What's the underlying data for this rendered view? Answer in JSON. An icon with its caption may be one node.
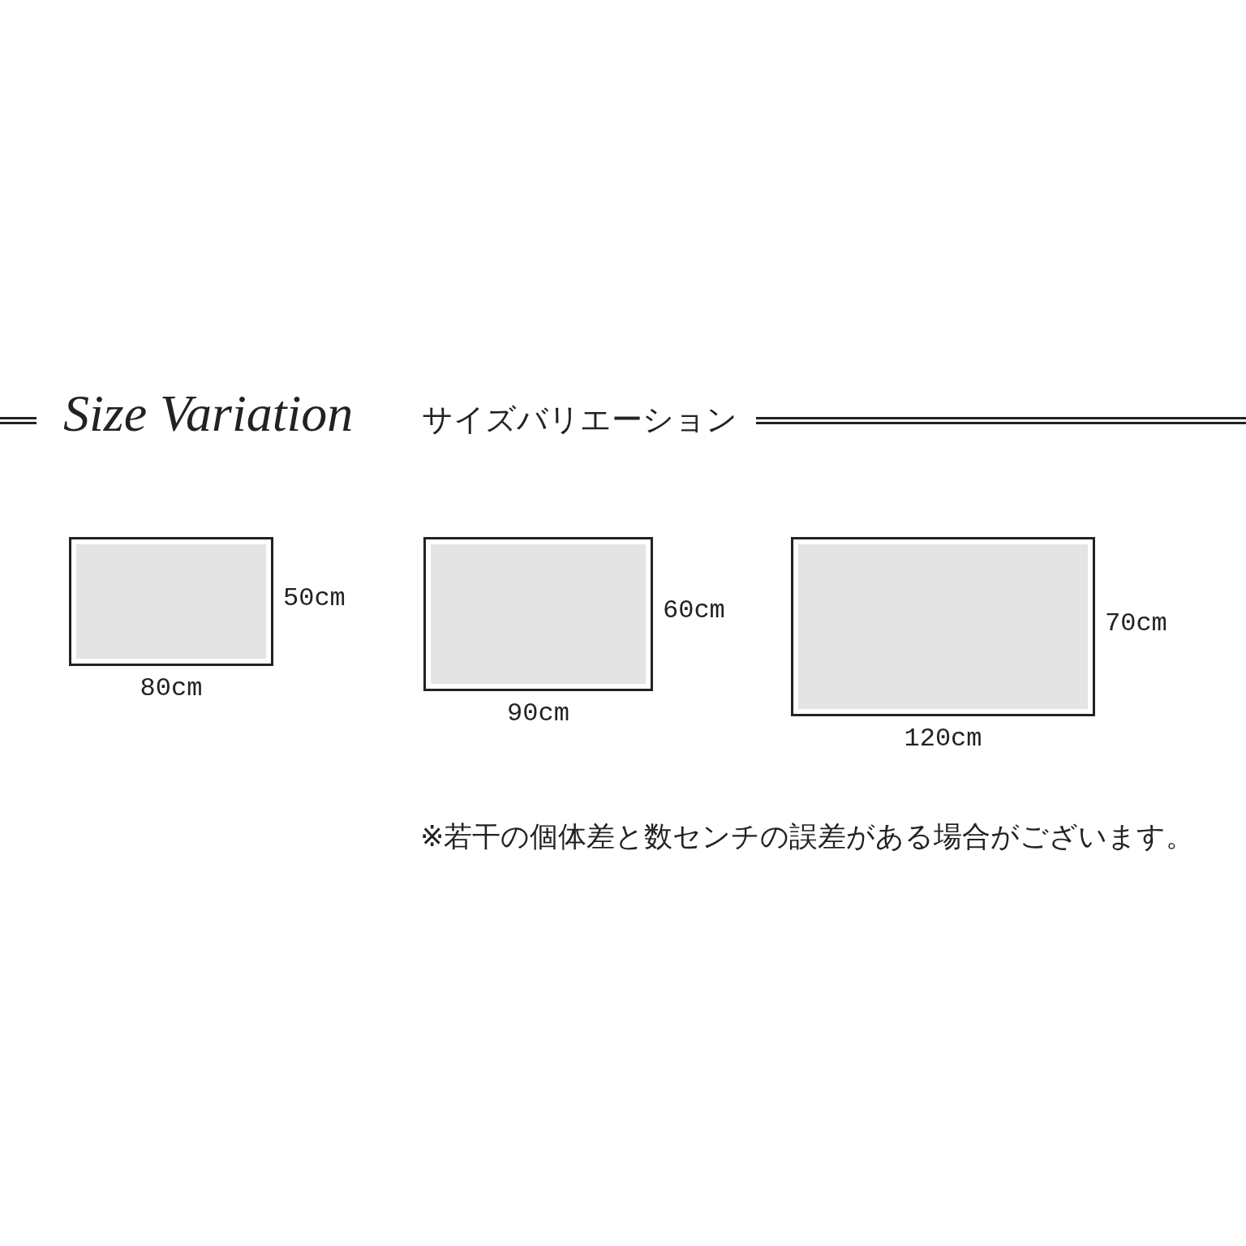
{
  "diagram": {
    "title": "Size Variation",
    "nodes": [
      {
        "text": [],
        "shape": "box",
        "beside": [
          "50cm",
          "80cm"
        ]
      },
      {
        "text": [],
        "shape": "box",
        "beside": [
          "60cm",
          "90cm"
        ]
      },
      {
        "text": [],
        "shape": "box",
        "beside": [
          "70cm",
          "120cm"
        ]
      }
    ],
    "labels": [
      "サイズバリエーション",
      "※若干の個体差と数センチの誤差がある場合がございます。"
    ]
  }
}
